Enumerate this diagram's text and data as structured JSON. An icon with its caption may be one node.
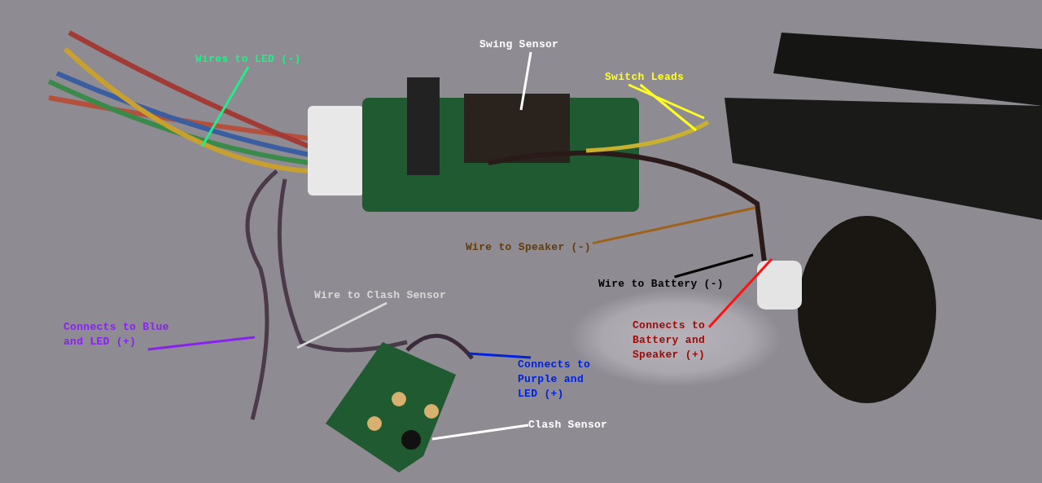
{
  "diagram": {
    "nodes": [
      {
        "text": [
          "Wires to LED (-)"
        ]
      },
      {
        "text": [
          "Swing Sensor"
        ]
      },
      {
        "text": [
          "Switch Leads"
        ]
      },
      {
        "text": [
          "Wire to Speaker (-)"
        ]
      },
      {
        "text": [
          "Wire to Battery (-)"
        ]
      },
      {
        "text": [
          "Connects to Battery and Speaker (+)"
        ]
      },
      {
        "text": [
          "Wire to Clash Sensor"
        ]
      },
      {
        "text": [
          "Connects to Blue and LED (+)"
        ]
      },
      {
        "text": [
          "Connects to Purple and LED (+)"
        ]
      },
      {
        "text": [
          "Clash Sensor"
        ]
      }
    ],
    "edges": [
      {
        "from": 0,
        "to": null,
        "arrow": "none",
        "color": "#22ee88"
      },
      {
        "from": 1,
        "to": null,
        "arrow": "none",
        "color": "#ffffff"
      },
      {
        "from": 2,
        "to": null,
        "arrow": "none",
        "color": "#ffff22"
      },
      {
        "from": 2,
        "to": null,
        "arrow": "none",
        "color": "#ffff22"
      },
      {
        "from": 3,
        "to": null,
        "arrow": "none",
        "color": "#a0621a"
      },
      {
        "from": 4,
        "to": null,
        "arrow": "none",
        "color": "#000000"
      },
      {
        "from": 5,
        "to": null,
        "arrow": "none",
        "color": "#ff1111"
      },
      {
        "from": 6,
        "to": null,
        "arrow": "none",
        "color": "#d8d8d8"
      },
      {
        "from": 7,
        "to": null,
        "arrow": "none",
        "color": "#8822ee"
      },
      {
        "from": 8,
        "to": null,
        "arrow": "none",
        "color": "#0022dd"
      },
      {
        "from": 9,
        "to": null,
        "arrow": "none",
        "color": "#ffffff"
      }
    ]
  }
}
